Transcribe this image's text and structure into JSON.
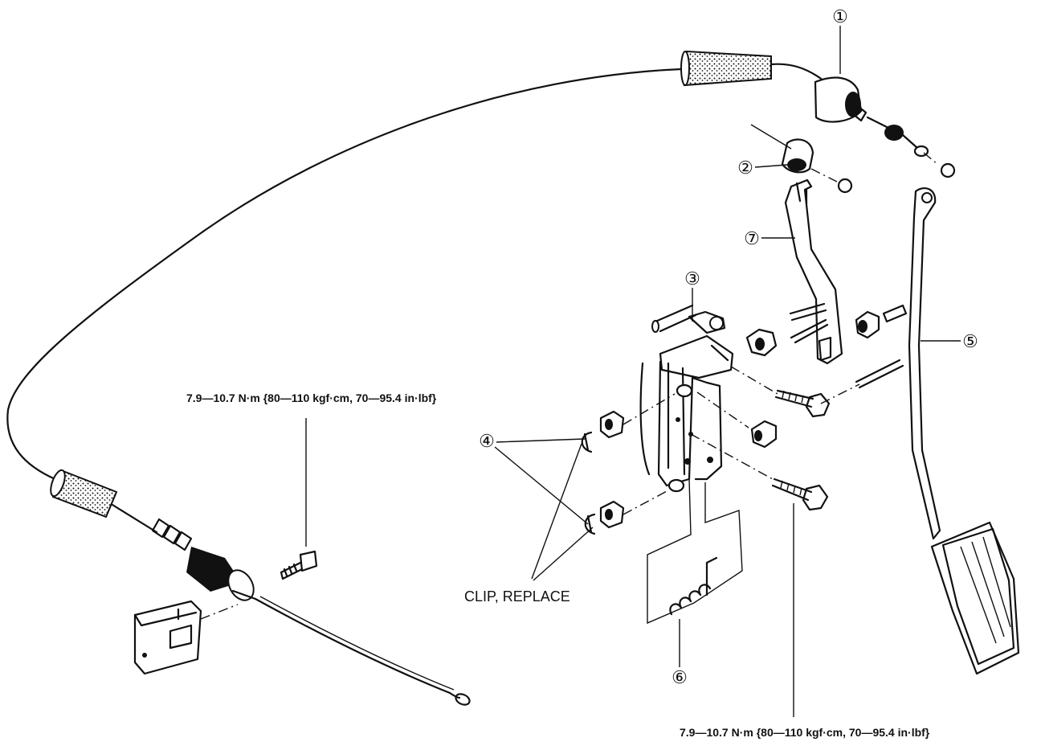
{
  "torque_top": "7.9—10.7 N·m {80—110 kgf·cm, 70—95.4 in·lbf}",
  "torque_bottom": "7.9—10.7 N·m {80—110 kgf·cm, 70—95.4 in·lbf}",
  "clip_label": "CLIP, REPLACE",
  "callouts": [
    "①",
    "②",
    "③",
    "④",
    "⑤",
    "⑥",
    "⑦"
  ]
}
